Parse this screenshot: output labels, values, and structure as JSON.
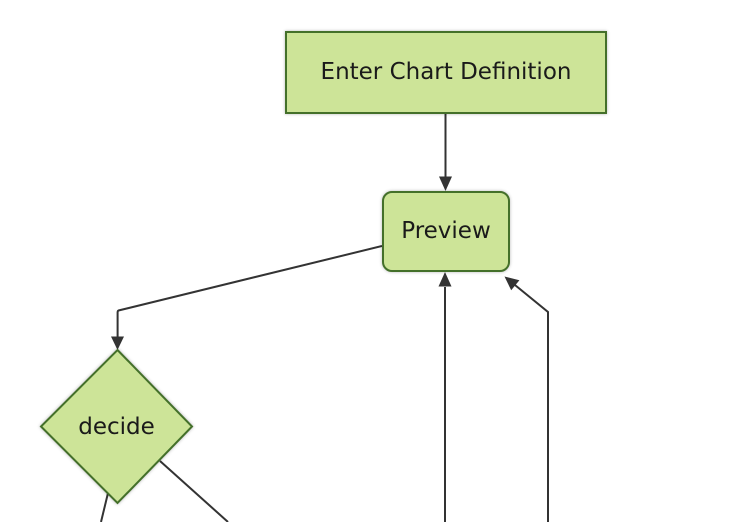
{
  "diagram": {
    "type": "flowchart",
    "nodes": {
      "enter": {
        "label": "Enter Chart Definition",
        "shape": "rectangle"
      },
      "preview": {
        "label": "Preview",
        "shape": "rounded-rectangle"
      },
      "decide": {
        "label": "decide",
        "shape": "diamond"
      }
    },
    "edges": [
      {
        "from": "enter",
        "to": "preview"
      },
      {
        "from": "preview",
        "to": "decide"
      },
      {
        "from": "offscreen-bottom-center",
        "to": "preview"
      },
      {
        "from": "offscreen-bottom-right",
        "to": "preview"
      },
      {
        "from": "decide",
        "to": "offscreen-bottom-left"
      },
      {
        "from": "decide",
        "to": "offscreen-bottom-right"
      }
    ]
  },
  "colors": {
    "nodeFill": "#cde498",
    "nodeBorder": "#44702a",
    "edgeColor": "#333333",
    "textColor": "#1a1a1a",
    "canvasBg": "#ffffff"
  }
}
